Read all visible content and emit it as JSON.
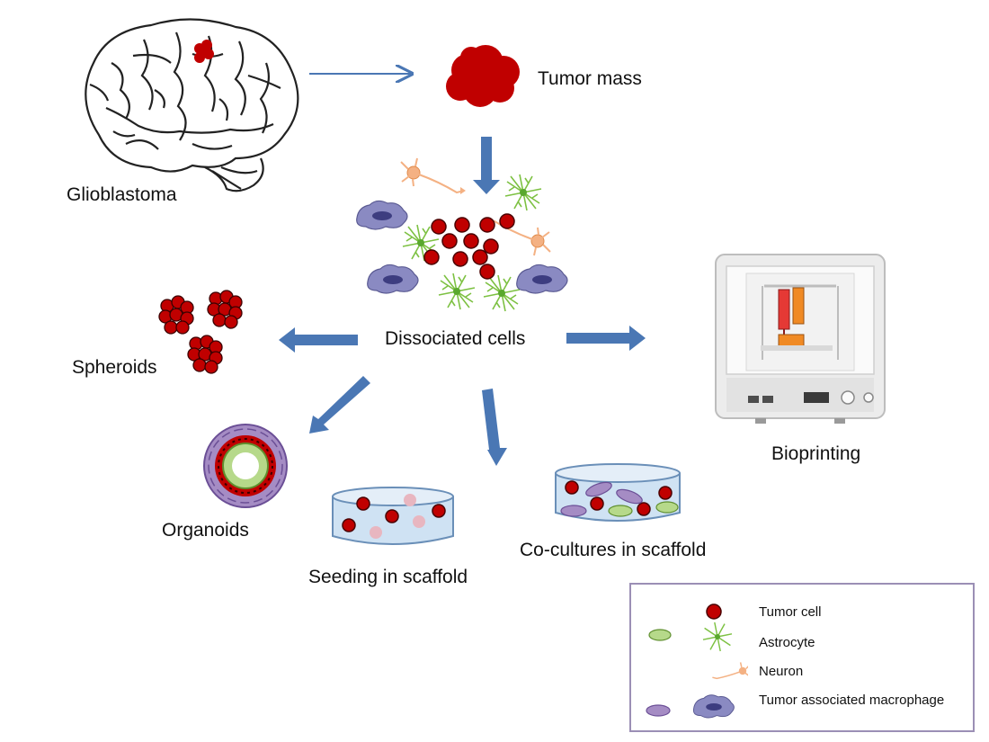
{
  "labels": {
    "glioblastoma": "Glioblastoma",
    "tumor_mass": "Tumor mass",
    "dissociated_cells": "Dissociated cells",
    "spheroids": "Spheroids",
    "organoids": "Organoids",
    "seeding": "Seeding in scaffold",
    "cocultures": "Co-cultures in scaffold",
    "bioprinting": "Bioprinting"
  },
  "legend": {
    "items": [
      {
        "label": "Tumor cell"
      },
      {
        "label": "Astrocyte"
      },
      {
        "label": "Neuron"
      },
      {
        "label": "Tumor associated macrophage"
      }
    ]
  },
  "colors": {
    "arrow": "#4a77b4",
    "tumor": "#c00000",
    "astrocyte": "#7dc142",
    "neuron": "#f4b183",
    "macrophage": "#7f7fb8",
    "dish": "#cfe2f3",
    "legend_border": "#9b8fb5"
  }
}
